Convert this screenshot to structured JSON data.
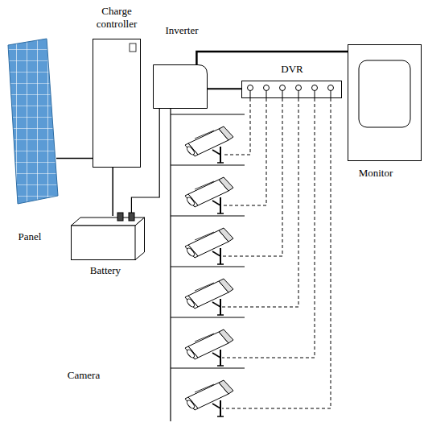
{
  "diagram": {
    "nodes": [
      {
        "text": [
          "Panel"
        ]
      },
      {
        "text": [
          "Charge controller"
        ]
      },
      {
        "text": [
          "Battery"
        ]
      },
      {
        "text": [
          "Inverter"
        ]
      },
      {
        "text": [
          "DVR"
        ]
      },
      {
        "text": [
          "Monitor"
        ]
      }
    ],
    "edges": [
      {
        "from": 0,
        "to": 1,
        "arrow": "none"
      },
      {
        "from": 1,
        "to": 2,
        "arrow": "none"
      },
      {
        "from": 2,
        "to": 3,
        "arrow": "none"
      },
      {
        "from": 3,
        "to": 5,
        "arrow": "none"
      },
      {
        "from": 3,
        "to": 4,
        "arrow": "none"
      }
    ],
    "labels": [
      "Camera"
    ]
  }
}
